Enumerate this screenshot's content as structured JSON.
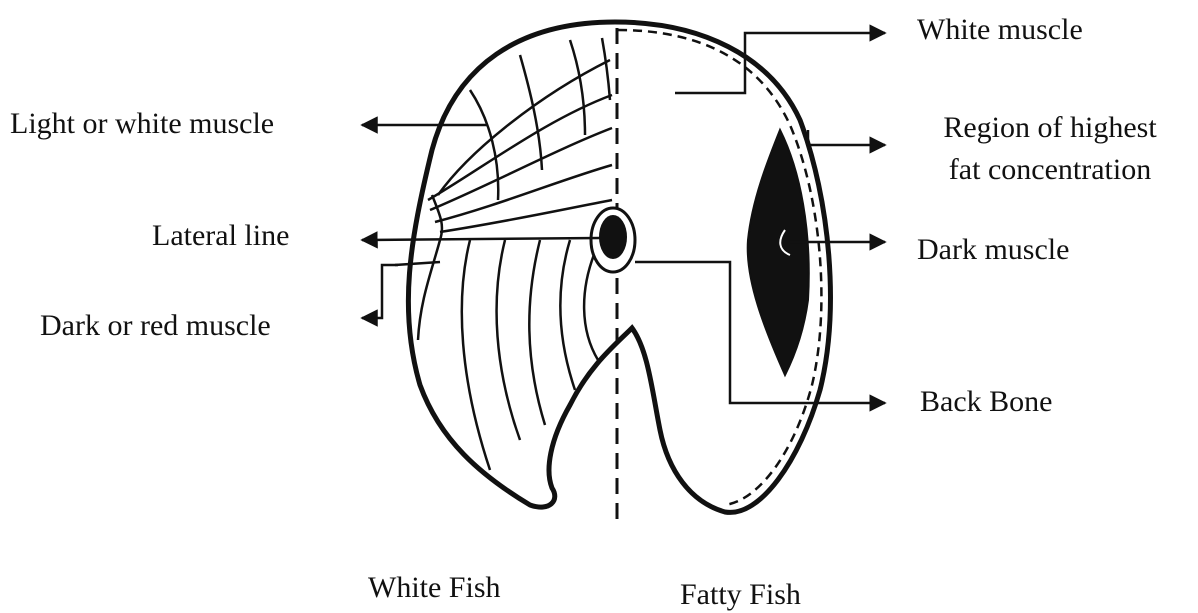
{
  "labels": {
    "light_white_muscle": "Light or white muscle",
    "lateral_line": "Lateral line",
    "dark_red_muscle": "Dark or red muscle",
    "white_muscle": "White muscle",
    "highest_fat_line1": "Region of highest",
    "highest_fat_line2": "fat concentration",
    "dark_muscle": "Dark muscle",
    "back_bone": "Back Bone",
    "white_fish": "White Fish",
    "fatty_fish": "Fatty Fish"
  },
  "colors": {
    "ink": "#111111",
    "background": "#ffffff"
  }
}
